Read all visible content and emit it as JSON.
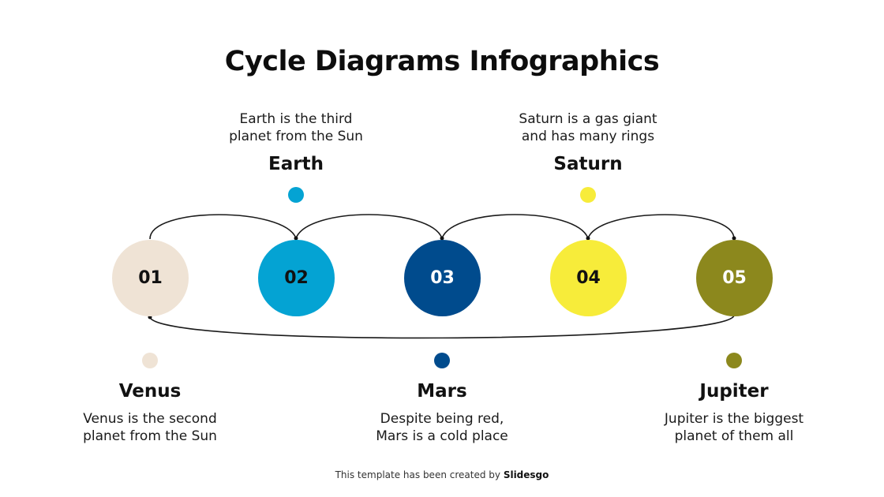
{
  "title": "Cycle Diagrams Infographics",
  "steps": [
    {
      "number": "01",
      "name": "Venus",
      "description_line1": "Venus is the second",
      "description_line2": "planet from the Sun",
      "color": "#efe3d5",
      "text_color": "#111111",
      "label_position": "bottom"
    },
    {
      "number": "02",
      "name": "Earth",
      "description_line1": "Earth is the third",
      "description_line2": "planet from the Sun",
      "color": "#04a3d3",
      "text_color": "#111111",
      "label_position": "top"
    },
    {
      "number": "03",
      "name": "Mars",
      "description_line1": "Despite being red,",
      "description_line2": "Mars is a cold place",
      "color": "#004b8d",
      "text_color": "#ffffff",
      "label_position": "bottom"
    },
    {
      "number": "04",
      "name": "Saturn",
      "description_line1": "Saturn is a gas giant",
      "description_line2": "and has many rings",
      "color": "#f7ec3a",
      "text_color": "#111111",
      "label_position": "top"
    },
    {
      "number": "05",
      "name": "Jupiter",
      "description_line1": "Jupiter is the biggest",
      "description_line2": "planet of them all",
      "color": "#8c881d",
      "text_color": "#ffffff",
      "label_position": "bottom"
    }
  ],
  "footer": {
    "prefix": "This template has been created by ",
    "brand": "Slidesgo"
  }
}
